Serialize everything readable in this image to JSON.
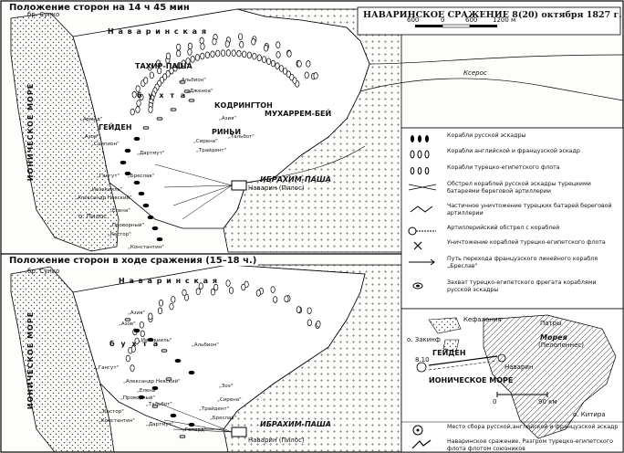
{
  "map": {
    "title": "НАВАРИНСКОЕ СРАЖЕНИЕ 8(20) октября 1827 г.",
    "scale": {
      "ticks": [
        "600",
        "0",
        "600",
        "1200 м"
      ]
    },
    "panel1_title_prefix": "Положение сторон на 14 ч ",
    "panel1_title_bold": "45 мин",
    "panel2_title": "Положение сторон в ходе сражения (15–18 ч.)",
    "places": {
      "bay_top": "Н а в а р и н с к а я",
      "bay_mid": "б у х т а",
      "bay_bottom": "Н а в а р и н с к а я",
      "sea_vertical": "ИОНИЧЕСКОЕ МОРЕ",
      "navarin": "Наварин (Пилос)",
      "ibrahim": "ИБРАХИМ-ПАША",
      "pilos_island": "о. Пилос",
      "sfakteria": "бр. Сунко",
      "sfakteria2": "бр. Сунко",
      "kseros": "Ксерос"
    },
    "commanders": {
      "tahir": "ТАХИР-ПАША",
      "codrington": "КОДРИНГТОН",
      "muharrem": "МУХАРРЕМ-БЕЙ",
      "heiden": "ГЕЙДЕН",
      "rigny": "РИНЬИ",
      "ibrahim2": "ИБРАХИМ-ПАША"
    },
    "ships_top": [
      "„Альбион\"",
      "„Дженоа\"",
      "„Азия\"",
      "„Сирена\"",
      "„Армид\"",
      "„Азов\"",
      "„Сципион\"",
      "„Гангут\"",
      "„Бреслав\"",
      "„Дартмут\"",
      "„Иезекииль\"",
      "„Александр Невский\"",
      "„Елена\"",
      "„Проворный\"",
      "„Кастор\"",
      "„Константин\"",
      "„Тальбот\"",
      "„Трайдент\""
    ],
    "ships_bottom": [
      "„Азия\"",
      "„Азов\"",
      "„Иезекииль\"",
      "„Альбион\"",
      "„Гангут\"",
      "„Александр Невский\"",
      "„Елена\"",
      "„Проворный\"",
      "„Тальбот\"",
      "„Кастор\"",
      "„Константин\"",
      "„Дартмут\"",
      "„Гапард\"",
      "„Бреслав\"",
      "„Сирена\"",
      "„Зоэ\"",
      "„Трайдент\""
    ],
    "bottom_bay_label": "б у х т а",
    "navarin2": "Наварин (Пилос)",
    "inset": {
      "moreya": "Морея",
      "peloponnes": "(Пелопоннес)",
      "ionian": "ИОНИЧЕСКОЕ МОРЕ",
      "navarin": "Наварин",
      "patras": "Патры",
      "kefalonia": "Кефалония",
      "zakinf": "о. Закинф",
      "kitira": "о. Китира",
      "date1": "8.10",
      "heiden": "ГЕЙДЕН",
      "scale": [
        "0",
        "90 км"
      ]
    }
  },
  "legend": [
    {
      "symbol": "russian-ships",
      "text": "Корабли русской эскадры"
    },
    {
      "symbol": "anglo-french-ships",
      "text": "Корабли английской и французской эскадр"
    },
    {
      "symbol": "turkish-ships",
      "text": "Корабли турецко-египетского флота"
    },
    {
      "symbol": "russian-fire",
      "text": "Обстрел кораблей русской эскадры турецкими батареями береговой артиллерии"
    },
    {
      "symbol": "battery-destruction",
      "text": "Частичное уничтожение турецких батарей береговой артиллерии"
    },
    {
      "symbol": "artillery-fire",
      "text": "Артиллерийский обстрел с кораблей"
    },
    {
      "symbol": "ship-destruction",
      "text": "Уничтожение кораблей турецко-египетского флота"
    },
    {
      "symbol": "breslav-path",
      "text": "Путь перехода французского линейного корабля „Бреслав\""
    },
    {
      "symbol": "frigate-capture",
      "text": "Захват турецко-египетского фрегата кораблями русской эскадры"
    },
    {
      "symbol": "assembly",
      "text": "Место сбора русской,английской и французской эскадр"
    },
    {
      "symbol": "battle",
      "text": "Наваринское сражение. Разгром турецко-египетского флота флотом союзников"
    }
  ]
}
